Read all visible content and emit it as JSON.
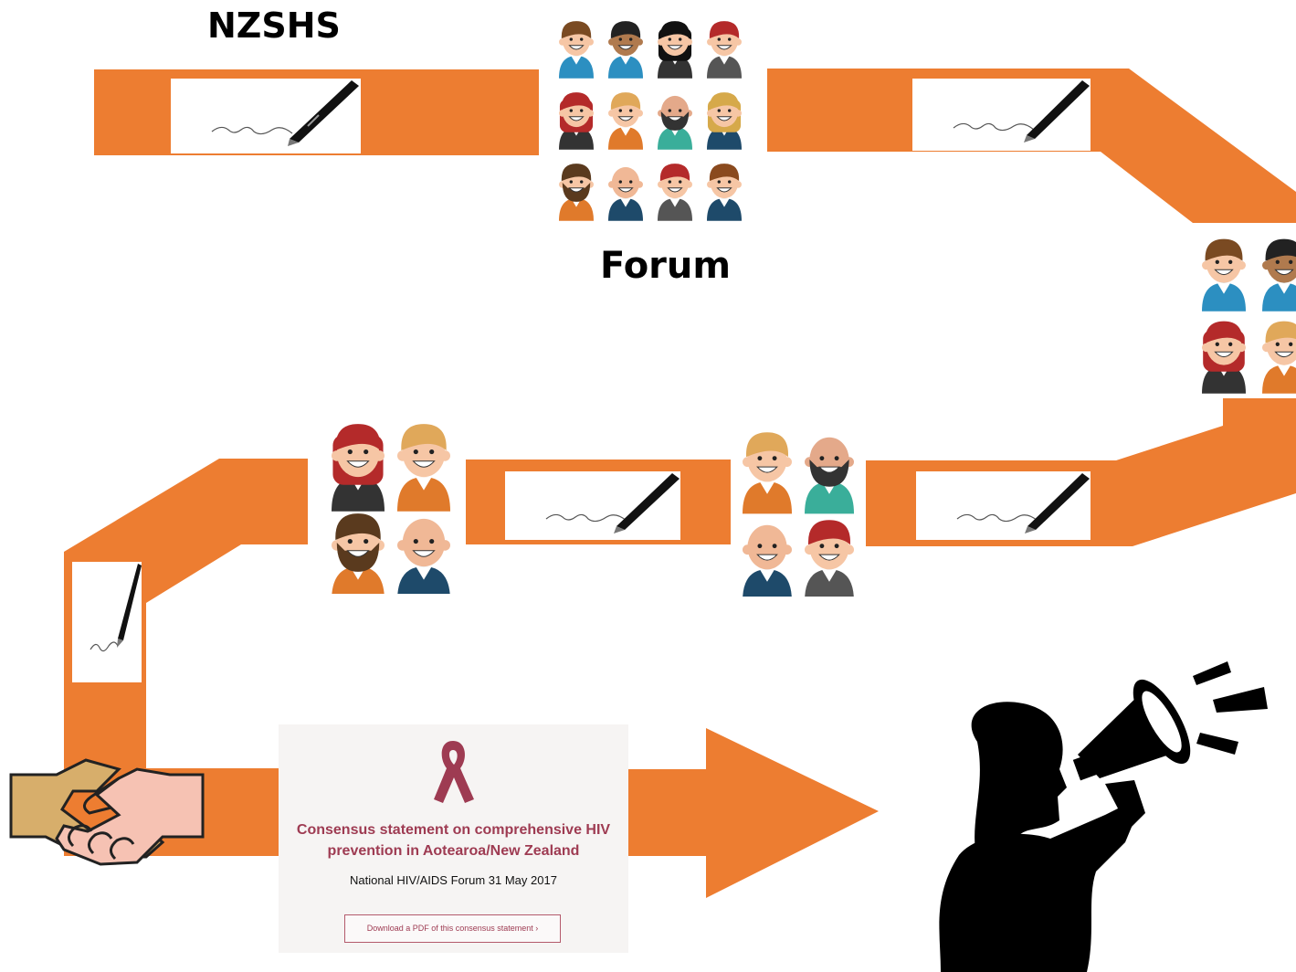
{
  "labels": {
    "nzshs": "NZSHS",
    "forum": "Forum"
  },
  "statement": {
    "title": "Consensus statement on comprehensive HIV prevention in Aotearoa/New Zealand",
    "subtitle": "National HIV/AIDS Forum 31 May 2017",
    "download_button": "Download a PDF of this consensus statement ›"
  },
  "colors": {
    "path": "#ED7D31",
    "ribbon": "#9E3B52",
    "handshake_gold": "#D7AE6B",
    "handshake_pink": "#F6C2B3"
  },
  "icons": [
    "signature-pen-icon",
    "people-group-icon",
    "handshake-icon",
    "red-ribbon-icon",
    "megaphone-woman-icon",
    "arrow-icon"
  ]
}
